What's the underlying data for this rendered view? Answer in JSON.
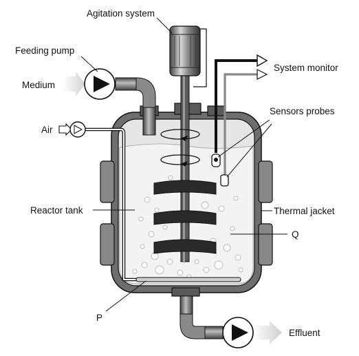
{
  "labels": {
    "agitation_system": "Agitation system",
    "feeding_pump": "Feeding pump",
    "medium": "Medium",
    "air": "Air",
    "system_monitor": "System monitor",
    "sensors_probes": "Sensors probes",
    "reactor_tank": "Reactor tank",
    "thermal_jacket": "Thermal jacket",
    "q": "Q",
    "p": "P",
    "effluent": "Effluent"
  },
  "colors": {
    "outline": "#111111",
    "jacket": "#6e6e6e",
    "jacket_light": "#b9b9b9",
    "tank_wall": "#e6e6e6",
    "liquid": "#f1f1f1",
    "impeller": "#2a2a2a",
    "shaft": "#555555",
    "arrow_fill": "#d9d9d9",
    "background": "#ffffff"
  },
  "icons": [
    "motor-icon",
    "pump-icon",
    "air-pump-icon",
    "impeller-icon",
    "sensor-probe-icon",
    "sparger-icon"
  ]
}
